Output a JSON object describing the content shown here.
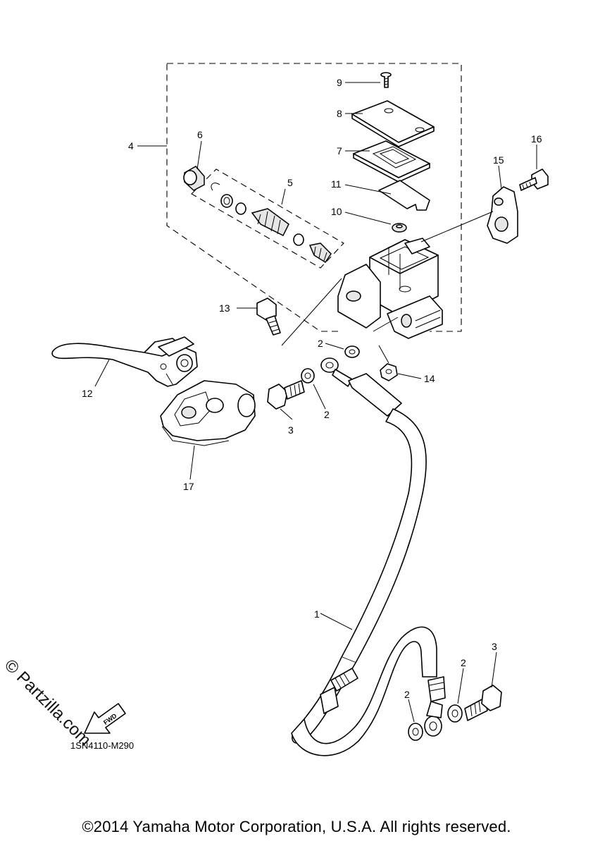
{
  "diagram": {
    "callouts": [
      "1",
      "2",
      "2",
      "2",
      "2",
      "3",
      "3",
      "4",
      "5",
      "6",
      "7",
      "8",
      "9",
      "10",
      "11",
      "12",
      "13",
      "14",
      "15",
      "16",
      "17"
    ],
    "fwd_label": "FWD",
    "reference_code": "1SN4110-M290",
    "watermark": "© Partzilla.com",
    "copyright": "©2014 Yamaha Motor Corporation, U.S.A. All rights reserved."
  }
}
